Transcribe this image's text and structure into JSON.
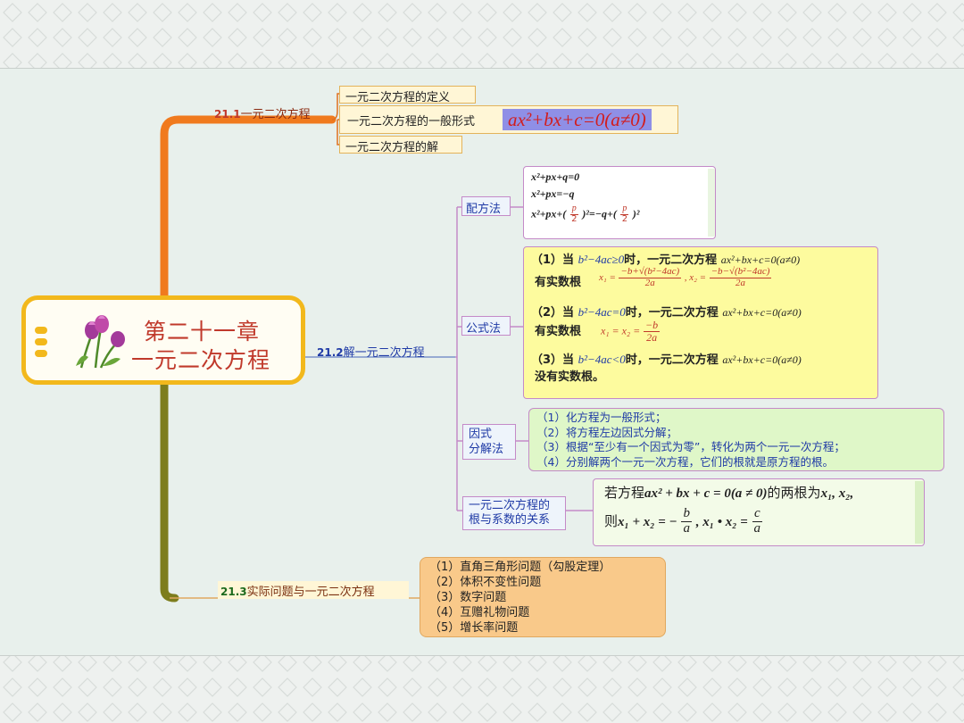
{
  "colors": {
    "orange_branch": "#f07a1e",
    "olive_branch": "#7d7d1d",
    "purple_line": "#c48ac8",
    "title_border": "#f2b81c"
  },
  "center": {
    "title_line1": "第二十一章",
    "title_line2": "一元二次方程",
    "icon": "tulip-flowers"
  },
  "s211": {
    "label_num": "21.1",
    "label_text": "一元二次方程",
    "items": [
      "一元二次方程的定义",
      "一元二次方程的一般形式",
      "一元二次方程的解"
    ],
    "general_form": "ax²+bx+c=0(a≠0)"
  },
  "s212": {
    "label_num": "21.2",
    "label_text": "解一元二次方程",
    "peifang": {
      "label": "配方法",
      "line1": "x²+px+q=0",
      "line2": "x²+px=−q",
      "line3a": "x²+px+(",
      "line3b": ")²=−q+(",
      "line3c": ")²",
      "frac_num": "p",
      "frac_den": "2"
    },
    "gongshi": {
      "label": "公式法",
      "c1_prefix": "（1）当",
      "c1_cond": "b²−4ac≥0",
      "c1_mid": "时，一元二次方程",
      "c1_eq": "ax²+bx+c=0(a≠0)",
      "c1_result": "有实数根",
      "c1_x1": "x₁ =",
      "c1_x1_num": "−b+√(b²−4ac)",
      "c1_x1_den": "2a",
      "c1_x2": ", x₂ =",
      "c1_x2_num": "−b−√(b²−4ac)",
      "c1_x2_den": "2a",
      "c2_prefix": "（2）当",
      "c2_cond": "b²−4ac=0",
      "c2_mid": "时，一元二次方程",
      "c2_eq": "ax²+bx+c=0(a≠0)",
      "c2_result": "有实数根",
      "c2_x": "x₁ = x₂ =",
      "c2_num": "−b",
      "c2_den": "2a",
      "c3_prefix": "（3）当",
      "c3_cond": "b²−4ac<0",
      "c3_mid": "时，一元二次方程",
      "c3_eq": "ax²+bx+c=0(a≠0)",
      "c3_result": "没有实数根。"
    },
    "yinshi": {
      "label_line1": "因式",
      "label_line2": "分解法",
      "steps": [
        "（1）化方程为一般形式；",
        "（2）将方程左边因式分解；",
        "（3）根据“至少有一个因式为零”，转化为两个一元一次方程；",
        "（4）分别解两个一元一次方程，它们的根就是原方程的根。"
      ]
    },
    "vieta": {
      "label_line1": "一元二次方程的",
      "label_line2": "根与系数的关系",
      "line1_pre": "若方程",
      "line1_eq": "ax² + bx + c = 0(a ≠ 0)",
      "line1_post": "的两根为",
      "line1_roots": "x₁, x₂,",
      "line2_pre": "则",
      "line2_sum": "x₁ + x₂ = −",
      "sum_num": "b",
      "sum_den": "a",
      "line2_prod": ", x₁ • x₂ =",
      "prod_num": "c",
      "prod_den": "a"
    }
  },
  "s213": {
    "label_num": "21.3",
    "label_text": "实际问题与一元二次方程",
    "items": [
      "（1）直角三角形问题（勾股定理）",
      "（2）体积不变性问题",
      "（3）数字问题",
      "（4）互赠礼物问题",
      "（5）增长率问题"
    ]
  }
}
